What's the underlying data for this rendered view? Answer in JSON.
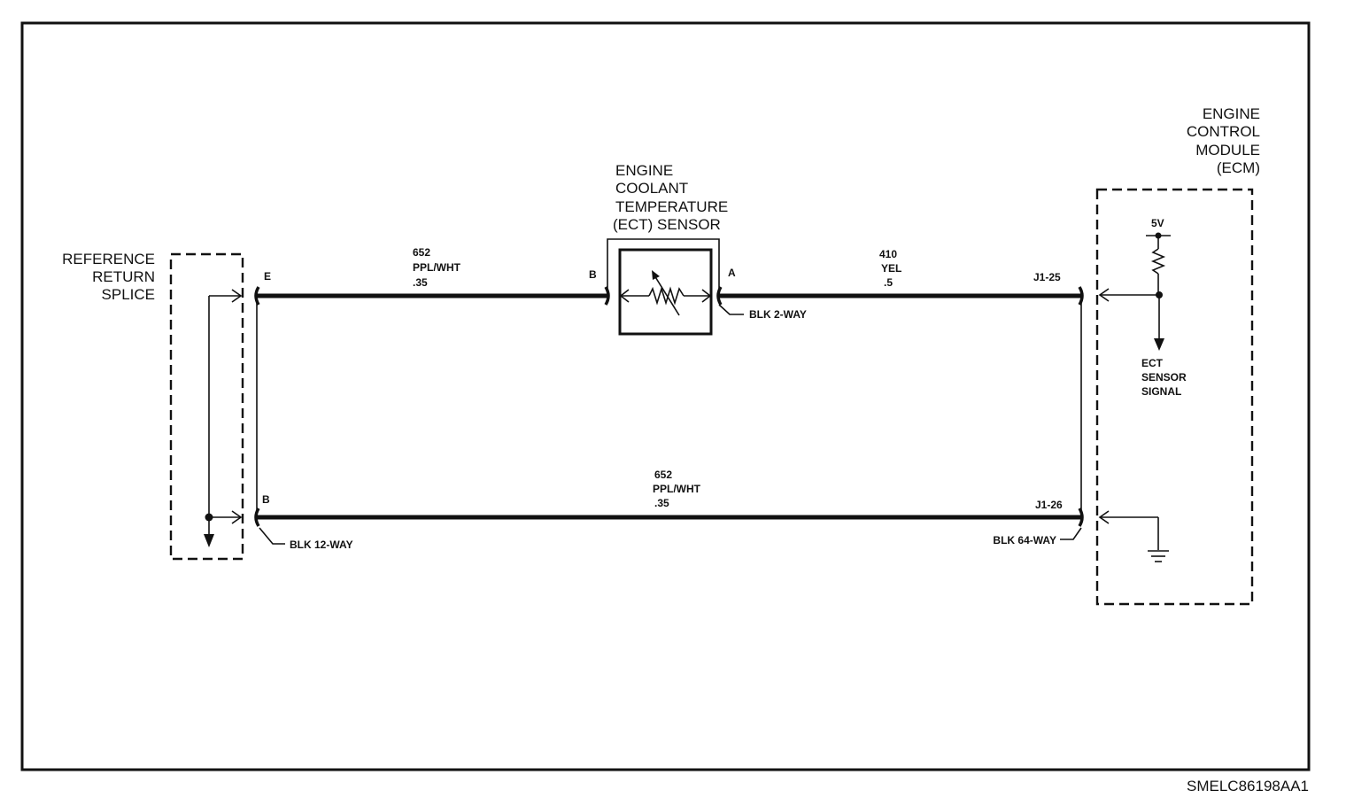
{
  "components": {
    "splice": {
      "lines": [
        "REFERENCE",
        "RETURN",
        "SPLICE"
      ]
    },
    "sensor": {
      "lines": [
        "ENGINE",
        "COOLANT",
        "TEMPERATURE",
        "(ECT) SENSOR"
      ]
    },
    "ecm": {
      "lines": [
        "ENGINE",
        "CONTROL",
        "MODULE",
        "(ECM)"
      ]
    }
  },
  "pins": {
    "splice_top": "E",
    "splice_bottom": "B",
    "sensor_left": "B",
    "sensor_right": "A",
    "ecm_top": "J1-25",
    "ecm_bottom": "J1-26"
  },
  "wires": {
    "top_left": {
      "circuit": "652",
      "color": "PPL/WHT",
      "gauge": ".35"
    },
    "top_right": {
      "circuit": "410",
      "color": "YEL",
      "gauge": ".5"
    },
    "bottom": {
      "circuit": "652",
      "color": "PPL/WHT",
      "gauge": ".35"
    }
  },
  "connectors": {
    "sensor": "BLK 2-WAY",
    "splice": "BLK 12-WAY",
    "ecm": "BLK 64-WAY"
  },
  "ecm_internal": {
    "supply": "5V",
    "signal_lines": [
      "ECT",
      "SENSOR",
      "SIGNAL"
    ]
  },
  "figure_id": "SMELC86198AA1"
}
